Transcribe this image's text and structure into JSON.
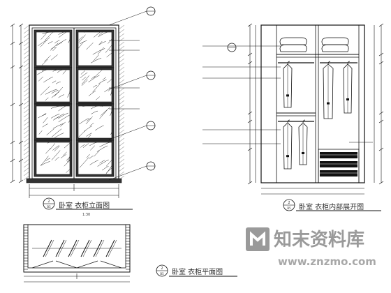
{
  "title_blocks": {
    "door_elevation": {
      "number": "2",
      "sheet": "B5",
      "name": "卧室 衣柜立面图",
      "scale": "1:30"
    },
    "interior_elevation": {
      "number": "2",
      "sheet": "B5",
      "name": "卧室 衣柜内部展开图"
    },
    "plan": {
      "number": "2",
      "sheet": "B5",
      "name": "卧室 衣柜平面图"
    }
  },
  "watermark": {
    "chinese": "知末资料库",
    "url": "www.znzmo.com",
    "colors": {
      "logo_gray": "#9a9a9a"
    }
  },
  "colors": {
    "line": "#111111",
    "hatch": "#222222",
    "panel_fill": "#5a5a5a",
    "background": "#ffffff"
  }
}
